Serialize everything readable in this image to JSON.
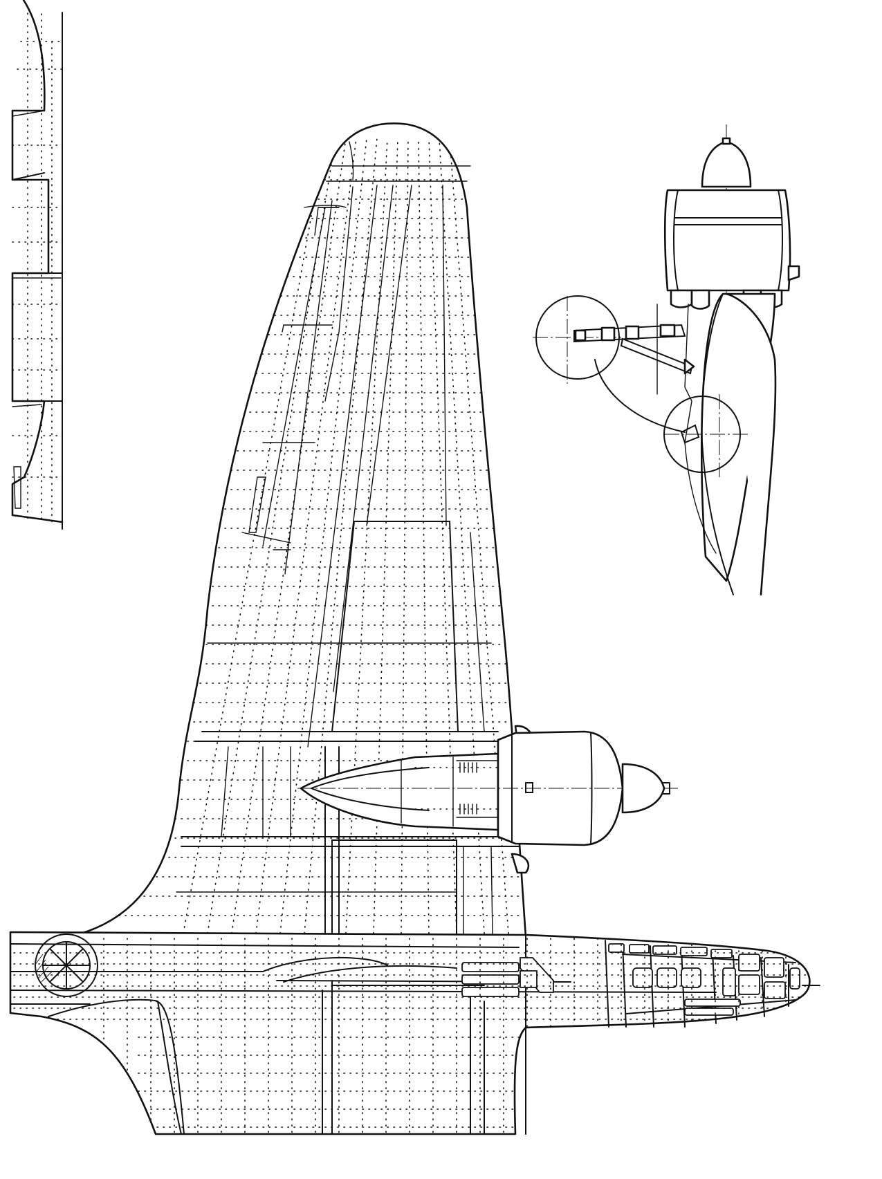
{
  "drawing": {
    "subject": "",
    "views": [
      {
        "name": "wing-planform"
      },
      {
        "name": "fuselage-plan"
      },
      {
        "name": "engine-nacelle"
      },
      {
        "name": "propeller-spinner"
      },
      {
        "name": "nacelle-front-view"
      },
      {
        "name": "nose-gear-detail"
      },
      {
        "name": "tailplane-fragment"
      }
    ]
  },
  "colors": {
    "ink": "#111111",
    "paper": "#ffffff"
  }
}
